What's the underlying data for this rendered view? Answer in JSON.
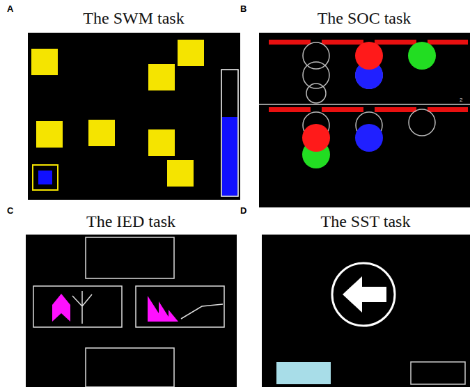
{
  "diagram": {
    "nodes": [
      {
        "text": [
          "The SWM task"
        ]
      },
      {
        "text": [
          "The SOC task"
        ]
      },
      {
        "text": [
          "The IED task"
        ]
      },
      {
        "text": [
          "The SST task"
        ]
      }
    ],
    "labels": [
      "A",
      "B",
      "C",
      "D",
      "2"
    ]
  }
}
